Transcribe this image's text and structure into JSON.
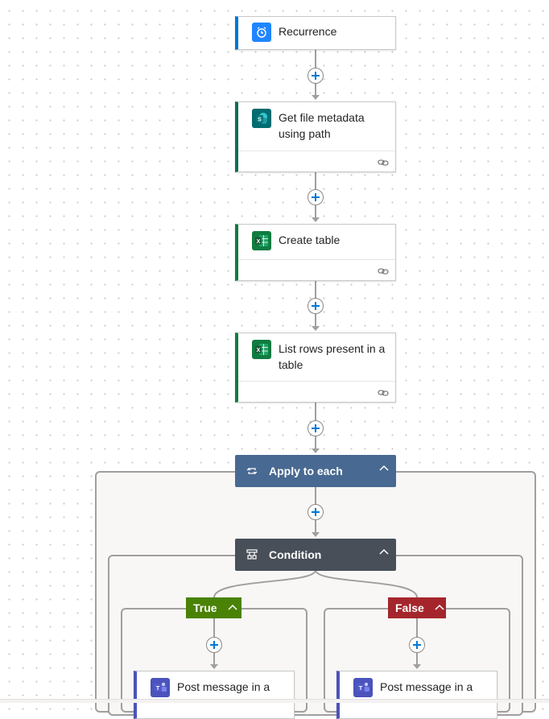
{
  "steps": {
    "recurrence": {
      "title": "Recurrence",
      "icon": "alarm-clock-icon",
      "accent": "#0078d4",
      "icon_bg": "#1f85ff"
    },
    "get_file_metadata": {
      "title": "Get file metadata using path",
      "icon": "sharepoint-icon",
      "accent": "#0f6e53",
      "icon_bg": "#036c70"
    },
    "create_table": {
      "title": "Create table",
      "icon": "excel-icon",
      "accent": "#107c41",
      "icon_bg": "#107c41"
    },
    "list_rows": {
      "title": "List rows present in a table",
      "icon": "excel-icon",
      "accent": "#107c41",
      "icon_bg": "#107c41"
    }
  },
  "apply_to_each": {
    "title": "Apply to each",
    "icon": "loop-icon",
    "color": "#486991"
  },
  "condition": {
    "title": "Condition",
    "icon": "condition-icon",
    "color": "#484f58"
  },
  "branches": {
    "true": {
      "label": "True",
      "color": "#498205"
    },
    "false": {
      "label": "False",
      "color": "#a4262c"
    }
  },
  "branch_actions": {
    "true_action": {
      "title": "Post message in a",
      "icon": "teams-icon",
      "icon_bg": "#4b53bc"
    },
    "false_action": {
      "title": "Post message in a",
      "icon": "teams-icon",
      "icon_bg": "#4b53bc"
    }
  }
}
